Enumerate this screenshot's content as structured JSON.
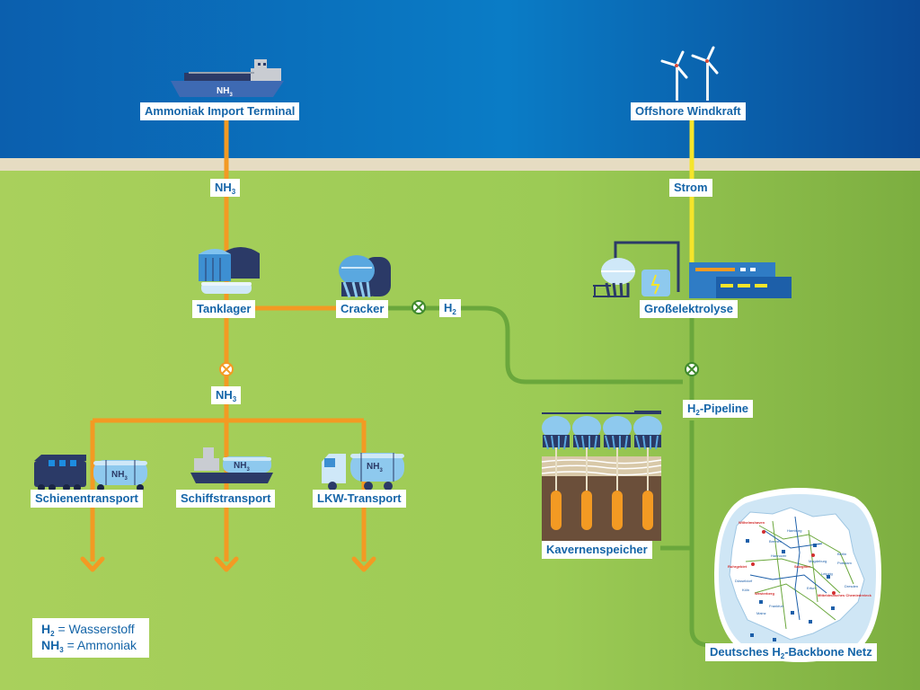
{
  "labels": {
    "ammonia_terminal": "Ammoniak Import Terminal",
    "offshore_wind": "Offshore Windkraft",
    "strom": "Strom",
    "tanklager": "Tanklager",
    "cracker": "Cracker",
    "grosselektrolyse": "Großelektrolyse",
    "pipeline_suffix": "-Pipeline",
    "schienentransport": "Schienentransport",
    "schiffstransport": "Schiffstransport",
    "lkw_transport": "LKW-Transport",
    "kavernenspeicher": "Kavernenspeicher",
    "backbone_prefix": "Deutsches H",
    "backbone_suffix": "-Backbone Netz"
  },
  "chem": {
    "h_letter": "H",
    "h_sub": "2",
    "nh_letters": "NH",
    "nh_sub": "3"
  },
  "legend": {
    "h2_def": " = Wasserstoff",
    "nh3_def": " = Ammoniak"
  },
  "map_labels": {
    "city_red_1": "Wilhelmshaven",
    "city_1": "Hamburg",
    "city_2": "Bremen",
    "city_3": "Berlin",
    "city_4": "Hannover",
    "city_5": "Magdeburg",
    "city_6": "Leipzig",
    "city_7": "Dresden",
    "city_8": "Düsseldorf",
    "city_9": "Köln",
    "city_10": "Frankfurt",
    "city_11": "Erfurt",
    "city_red_2": "Salzgitter",
    "city_red_3": "Mitteldeutsches Chemiedreieck",
    "city_red_4": "Westerberg",
    "city_red_5": "Ruhrgebiet",
    "city_12": "Mainz",
    "city_13": "Potsdam"
  },
  "colors": {
    "sea_dark": "#0a4a96",
    "sea_mid": "#0a78c3",
    "sand": "#e8dfc6",
    "land_light": "#a8cf5a",
    "land_dark": "#7fb042",
    "ammonia_line": "#f39a23",
    "power_line": "#f5e52a",
    "hydrogen_line": "#6aa73c",
    "label_text": "#1565a8",
    "navy": "#2b3a67",
    "tank_light": "#8ec9ee",
    "tank_mid": "#5aa8e0"
  },
  "icons": {
    "ship": "ammonia-tanker-ship-icon",
    "wind": "wind-turbine-icon",
    "tank": "storage-tank-icon",
    "cracker": "cracker-reactor-icon",
    "electrolysis": "electrolysis-plant-icon",
    "valve": "valve-icon",
    "train": "train-icon",
    "barge": "barge-icon",
    "truck": "truck-icon",
    "cavern": "cavern-storage-icon",
    "map": "germany-network-map-icon",
    "arrow": "down-arrow-icon"
  }
}
